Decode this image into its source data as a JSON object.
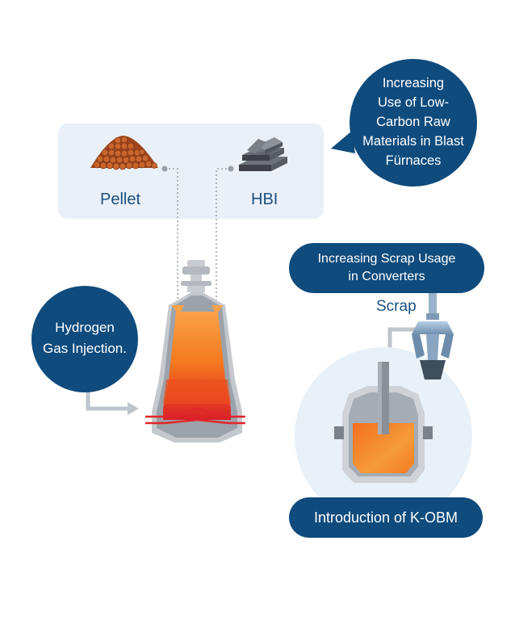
{
  "materials": {
    "pellet_label": "Pellet",
    "hbi_label": "HBI"
  },
  "callouts": {
    "low_carbon": [
      "Increasing",
      "Use of Low-",
      "Carbon Raw",
      "Materials in Blast",
      "Fürnaces"
    ],
    "hydrogen": [
      "Hydrogen",
      "Gas Injection."
    ],
    "scrap_usage": [
      "Increasing Scrap Usage",
      "in Converters"
    ],
    "kobm": "Introduction of K-OBM"
  },
  "scrap_label": "Scrap",
  "colors": {
    "navy": "#0f4b7d",
    "panel": "#e9f0f8",
    "label_blue": "#1c4f7e",
    "gray_arrow": "#bfc5cc",
    "molten_orange": "#f47b20",
    "molten_red": "#e0262a",
    "circle_bg": "#e8f0f8"
  }
}
